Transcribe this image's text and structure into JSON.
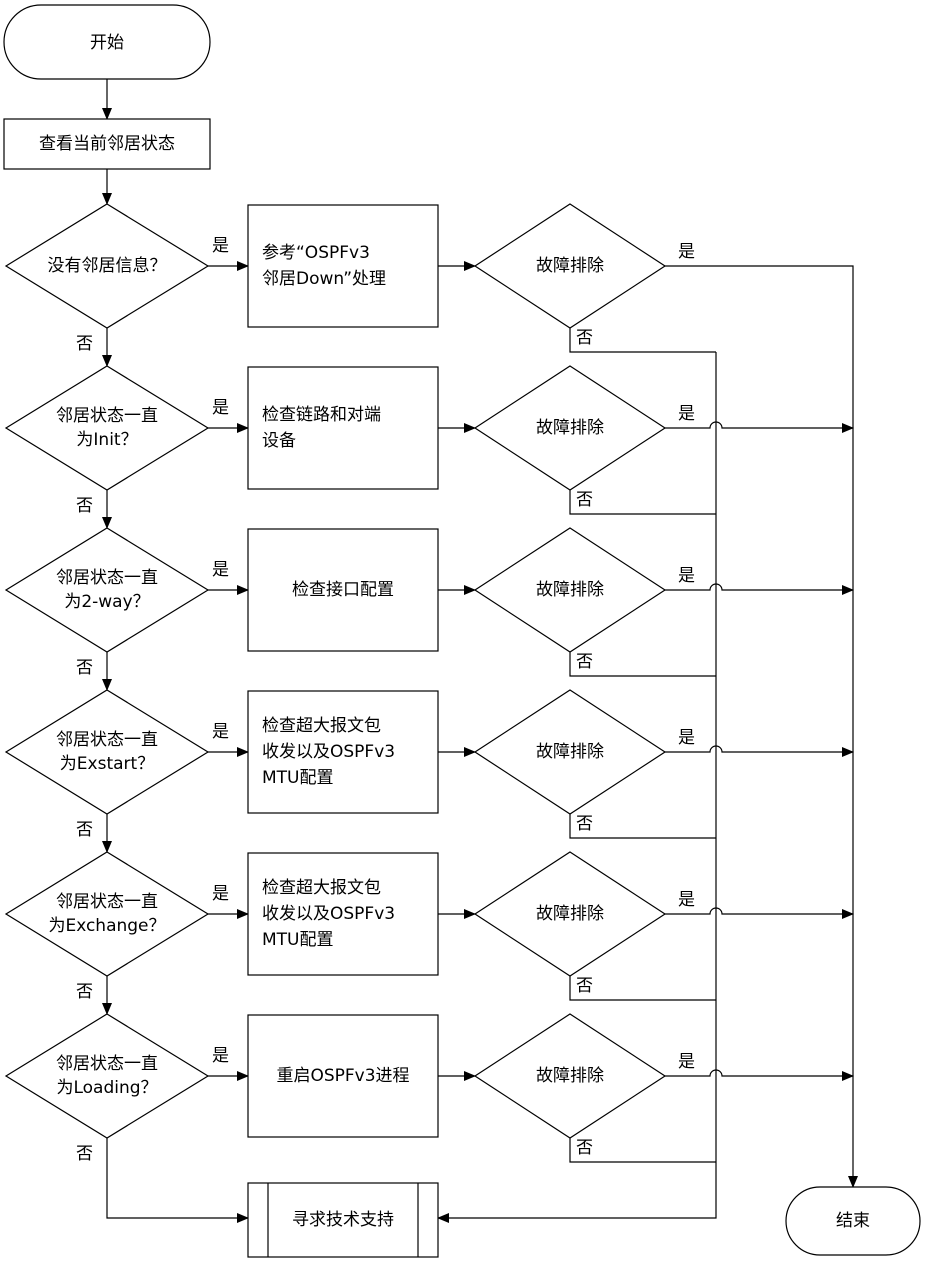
{
  "terminals": {
    "start": "开始",
    "end": "结束"
  },
  "top_box": "查看当前邻居状态",
  "labels": {
    "yes": "是",
    "no": "否"
  },
  "rows": [
    {
      "decision": [
        "没有邻居信息？"
      ],
      "action": [
        "参考“OSPFv3",
        "邻居Down”处理"
      ],
      "check": "故障排除"
    },
    {
      "decision": [
        "邻居状态一直",
        "为Init？"
      ],
      "action": [
        "检查链路和对端",
        "设备"
      ],
      "check": "故障排除"
    },
    {
      "decision": [
        "邻居状态一直",
        "为2-way？"
      ],
      "action": [
        "检查接口配置"
      ],
      "check": "故障排除"
    },
    {
      "decision": [
        "邻居状态一直",
        "为Exstart？"
      ],
      "action": [
        "检查超大报文包",
        "收发以及OSPFv3",
        "MTU配置"
      ],
      "check": "故障排除"
    },
    {
      "decision": [
        "邻居状态一直",
        "为Exchange？"
      ],
      "action": [
        "检查超大报文包",
        "收发以及OSPFv3",
        "MTU配置"
      ],
      "check": "故障排除"
    },
    {
      "decision": [
        "邻居状态一直",
        "为Loading？"
      ],
      "action": [
        "重启OSPFv3进程"
      ],
      "check": "故障排除"
    }
  ],
  "support_box": "寻求技术支持"
}
